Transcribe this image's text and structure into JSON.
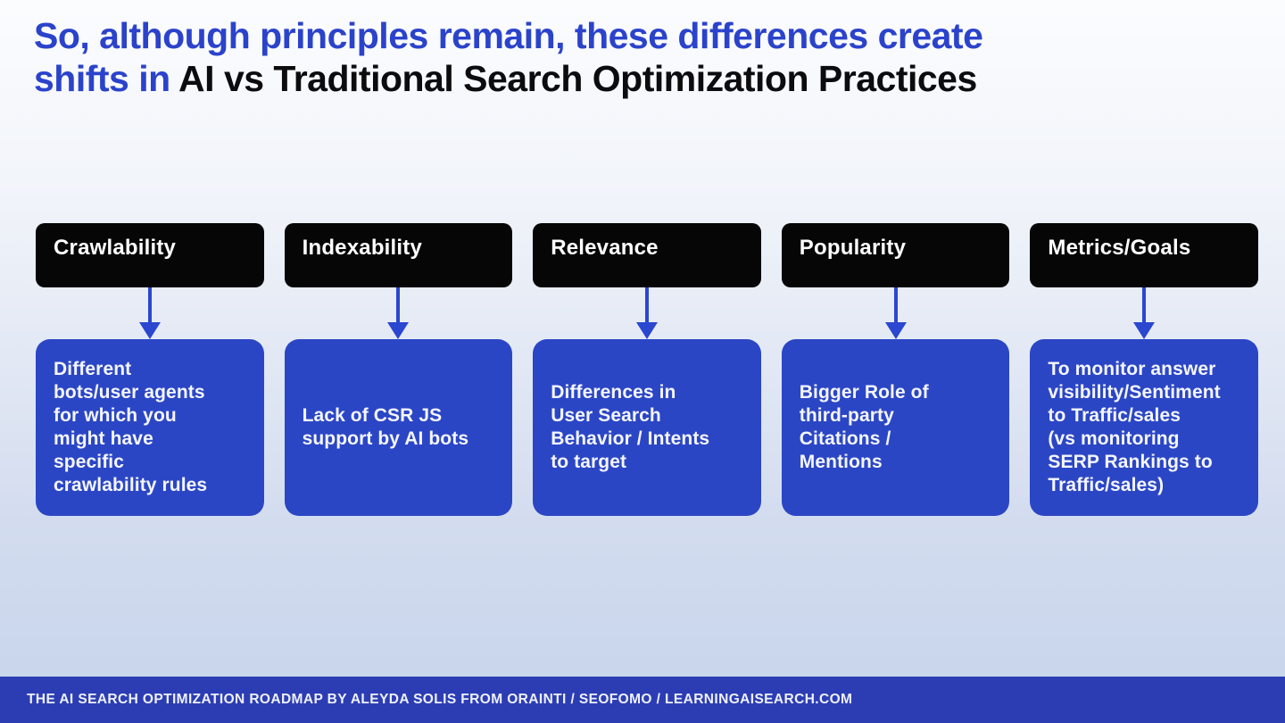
{
  "title": {
    "highlight": "So, although principles remain, these differences create\nshifts in ",
    "rest": "AI vs Traditional Search Optimization Practices"
  },
  "columns": [
    {
      "header": "Crawlability",
      "body": "Different\nbots/user agents\nfor which you\nmight have\nspecific\ncrawlability rules"
    },
    {
      "header": "Indexability",
      "body": "Lack of CSR JS\nsupport by AI bots"
    },
    {
      "header": "Relevance",
      "body": "Differences in\nUser Search\nBehavior / Intents\nto target"
    },
    {
      "header": "Popularity",
      "body": "Bigger Role of\nthird-party\nCitations /\nMentions"
    },
    {
      "header": "Metrics/Goals",
      "body": "To monitor answer\nvisibility/Sentiment\nto Traffic/sales\n(vs monitoring\nSERP Rankings to\nTraffic/sales)"
    }
  ],
  "footer": {
    "text": "THE AI SEARCH OPTIMIZATION ROADMAP BY ALEYDA SOLIS FROM ORAINTI / SEOFOMO / LEARNINGAISEARCH.COM"
  },
  "colors": {
    "title_highlight": "#2b43cb",
    "title_rest": "#0c0c0e",
    "header_box": "#060606",
    "detail_box": "#2b46c5",
    "arrow": "#2b46cf",
    "footer_bar": "#2c3db4",
    "background_top": "#fbfcfe",
    "background_bottom": "#c9d6ec"
  }
}
